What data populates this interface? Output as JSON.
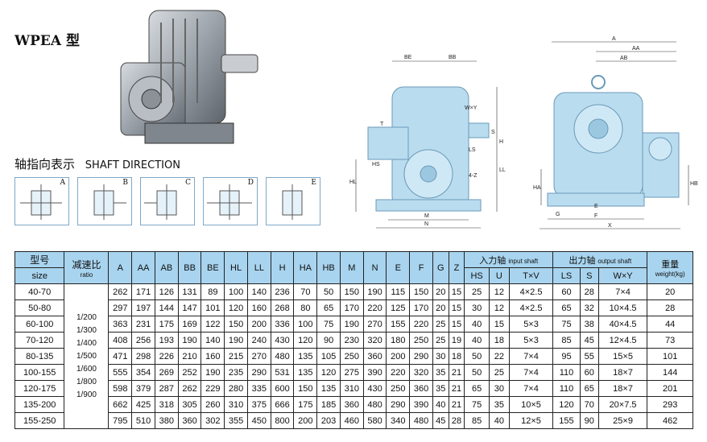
{
  "title": "WPEA 型",
  "shaft_direction": {
    "cn": "轴指向表示",
    "en": "SHAFT DIRECTION",
    "boxes": [
      "A",
      "B",
      "C",
      "D",
      "E"
    ]
  },
  "drawing_labels": {
    "side": [
      "BE",
      "BB",
      "WXY",
      "T",
      "S",
      "HS",
      "LS",
      "HL",
      "LL",
      "4-Z",
      "M",
      "N",
      "H"
    ],
    "front": [
      "A",
      "AA",
      "AB",
      "HA",
      "HB",
      "F",
      "E",
      "G",
      "X"
    ]
  },
  "table": {
    "headers": {
      "size_cn": "型号",
      "size_en": "size",
      "ratio_cn": "减速比",
      "ratio_en": "ratio",
      "cols": [
        "A",
        "AA",
        "AB",
        "BB",
        "BE",
        "HL",
        "LL",
        "H",
        "HA",
        "HB",
        "M",
        "N",
        "E",
        "F",
        "G",
        "Z"
      ],
      "input_cn": "入力轴",
      "input_en": "input shaft",
      "output_cn": "出力轴",
      "output_en": "output shaft",
      "weight_cn": "重量",
      "weight_en": "weight(kg)",
      "input_sub": [
        "HS",
        "U",
        "T×V"
      ],
      "output_sub": [
        "LS",
        "S",
        "W×Y"
      ]
    },
    "ratio_values": [
      "1/200",
      "1/300",
      "1/400",
      "1/500",
      "1/600",
      "1/800",
      "1/900"
    ],
    "rows": [
      {
        "size": "40-70",
        "vals": [
          "262",
          "171",
          "126",
          "131",
          "89",
          "100",
          "140",
          "236",
          "70",
          "50",
          "150",
          "190",
          "115",
          "150",
          "20",
          "15"
        ],
        "in": [
          "25",
          "12",
          "4×2.5"
        ],
        "out": [
          "60",
          "28",
          "7×4"
        ],
        "weight": "20"
      },
      {
        "size": "50-80",
        "vals": [
          "297",
          "197",
          "144",
          "147",
          "101",
          "120",
          "160",
          "268",
          "80",
          "65",
          "170",
          "220",
          "125",
          "170",
          "20",
          "15"
        ],
        "in": [
          "30",
          "12",
          "4×2.5"
        ],
        "out": [
          "65",
          "32",
          "10×4.5"
        ],
        "weight": "28"
      },
      {
        "size": "60-100",
        "vals": [
          "363",
          "231",
          "175",
          "169",
          "122",
          "150",
          "200",
          "336",
          "100",
          "75",
          "190",
          "270",
          "155",
          "220",
          "25",
          "15"
        ],
        "in": [
          "40",
          "15",
          "5×3"
        ],
        "out": [
          "75",
          "38",
          "40×4.5"
        ],
        "weight": "44"
      },
      {
        "size": "70-120",
        "vals": [
          "408",
          "256",
          "193",
          "190",
          "140",
          "190",
          "240",
          "430",
          "120",
          "90",
          "230",
          "320",
          "180",
          "250",
          "25",
          "19"
        ],
        "in": [
          "40",
          "18",
          "5×3"
        ],
        "out": [
          "85",
          "45",
          "12×4.5"
        ],
        "weight": "73"
      },
      {
        "size": "80-135",
        "vals": [
          "471",
          "298",
          "226",
          "210",
          "160",
          "215",
          "270",
          "480",
          "135",
          "105",
          "250",
          "360",
          "200",
          "290",
          "30",
          "18"
        ],
        "in": [
          "50",
          "22",
          "7×4"
        ],
        "out": [
          "95",
          "55",
          "15×5"
        ],
        "weight": "101"
      },
      {
        "size": "100-155",
        "vals": [
          "555",
          "354",
          "269",
          "252",
          "190",
          "235",
          "290",
          "531",
          "135",
          "120",
          "275",
          "390",
          "220",
          "320",
          "35",
          "21"
        ],
        "in": [
          "50",
          "25",
          "7×4"
        ],
        "out": [
          "110",
          "60",
          "18×7"
        ],
        "weight": "144"
      },
      {
        "size": "120-175",
        "vals": [
          "598",
          "379",
          "287",
          "262",
          "229",
          "280",
          "335",
          "600",
          "150",
          "135",
          "310",
          "430",
          "250",
          "360",
          "35",
          "21"
        ],
        "in": [
          "65",
          "30",
          "7×4"
        ],
        "out": [
          "110",
          "65",
          "18×7"
        ],
        "weight": "201"
      },
      {
        "size": "135-200",
        "vals": [
          "662",
          "425",
          "318",
          "305",
          "260",
          "310",
          "375",
          "666",
          "175",
          "185",
          "360",
          "480",
          "290",
          "390",
          "40",
          "21"
        ],
        "in": [
          "75",
          "35",
          "10×5"
        ],
        "out": [
          "120",
          "70",
          "20×7.5"
        ],
        "weight": "293"
      },
      {
        "size": "155-250",
        "vals": [
          "795",
          "510",
          "380",
          "360",
          "302",
          "355",
          "450",
          "800",
          "200",
          "203",
          "460",
          "580",
          "340",
          "480",
          "45",
          "28"
        ],
        "in": [
          "85",
          "40",
          "12×5"
        ],
        "out": [
          "155",
          "90",
          "25×9"
        ],
        "weight": "462"
      }
    ]
  }
}
